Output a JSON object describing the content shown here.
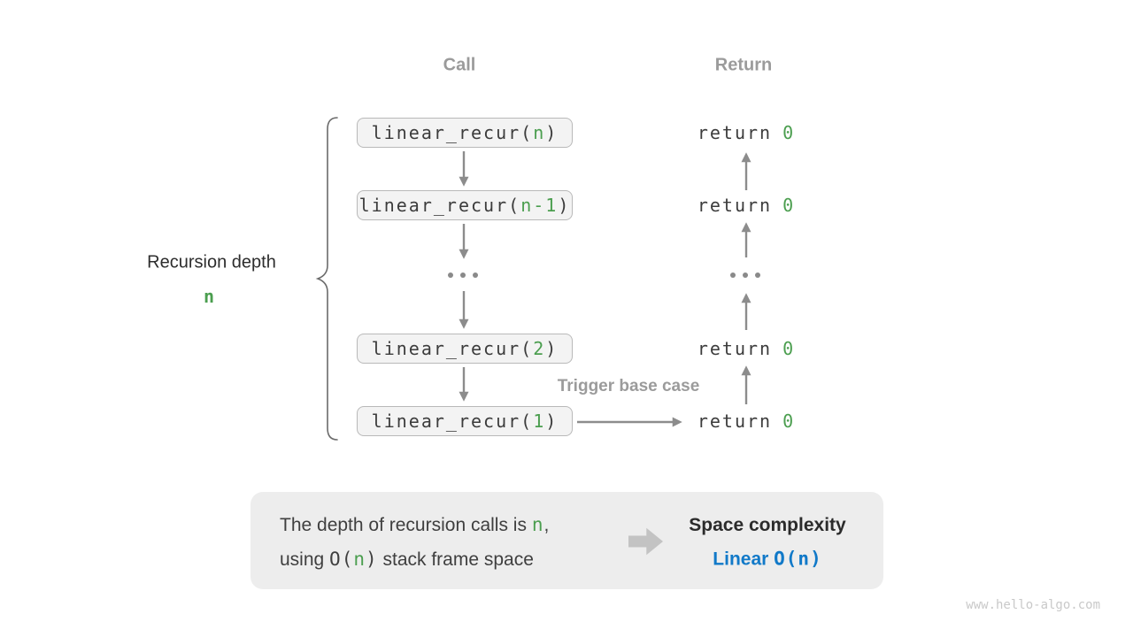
{
  "colors": {
    "green_accent": "#4b9e4f",
    "blue_accent": "#1179c8",
    "arrow_gray": "#8c8c8c",
    "label_gray": "#9b9b9b",
    "box_background": "#f3f3f3",
    "box_border": "#b9b9b9",
    "summary_background": "#ededed"
  },
  "headers": {
    "call": "Call",
    "return": "Return"
  },
  "left_label": {
    "title": "Recursion depth",
    "depth": "n"
  },
  "call_column": {
    "boxes": [
      {
        "prefix": "linear_recur(",
        "arg": "n",
        "suffix": ")"
      },
      {
        "prefix": "linear_recur(",
        "arg": "n-1",
        "suffix": ")"
      },
      {
        "prefix": "linear_recur(",
        "arg": "2",
        "suffix": ")"
      },
      {
        "prefix": "linear_recur(",
        "arg": "1",
        "suffix": ")"
      }
    ],
    "ellipsis": "..."
  },
  "return_column": {
    "rows": [
      {
        "keyword": "return",
        "value": "0"
      },
      {
        "keyword": "return",
        "value": "0"
      },
      {
        "keyword": "return",
        "value": "0"
      },
      {
        "keyword": "return",
        "value": "0"
      }
    ],
    "ellipsis": "..."
  },
  "trigger_label": "Trigger base case",
  "summary": {
    "line1_text": "The depth of recursion calls is ",
    "line1_var": "n",
    "line1_end": ",",
    "line2_start": "using ",
    "line2_code_open": "O(",
    "line2_var": "n",
    "line2_code_close": ")",
    "line2_end": " stack frame space",
    "title": "Space complexity",
    "value_label": "Linear ",
    "value_code": "O(n)"
  },
  "watermark": "www.hello-algo.com"
}
